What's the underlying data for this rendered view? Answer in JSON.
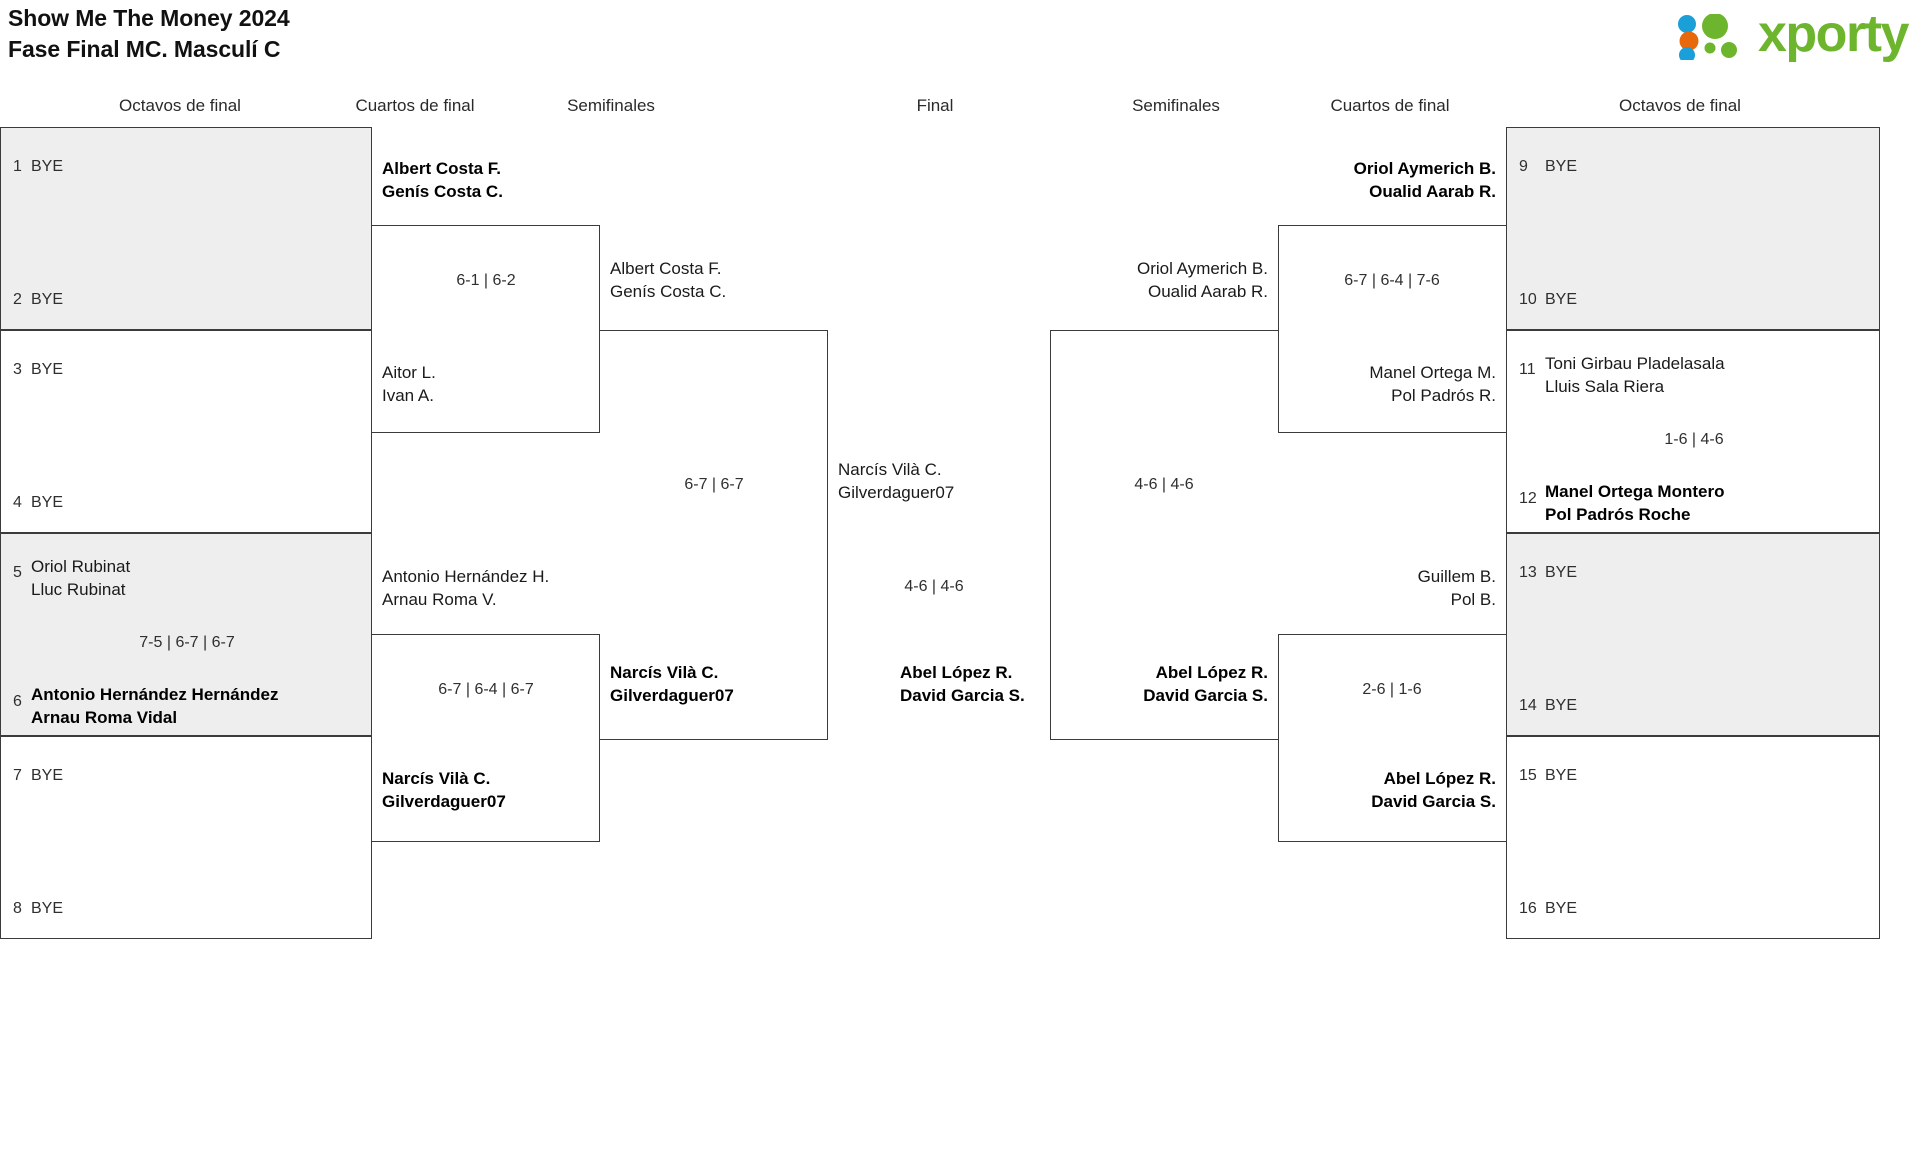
{
  "header": {
    "title_line1": "Show Me The Money 2024",
    "title_line2": "Fase Final MC. Masculí C",
    "logo_text": "xporty",
    "logo_colors": {
      "green": "#6cb52d",
      "blue": "#1b9fd8",
      "orange": "#e8690b"
    }
  },
  "round_headers": {
    "left_r16": "Octavos de final",
    "left_qf": "Cuartos de final",
    "left_sf": "Semifinales",
    "final": "Final",
    "right_sf": "Semifinales",
    "right_qf": "Cuartos de final",
    "right_r16": "Octavos de final"
  },
  "bracket": {
    "left": {
      "round16": [
        {
          "seed": "1",
          "names": "BYE",
          "bye": true,
          "shaded": true
        },
        {
          "seed": "2",
          "names": "BYE",
          "bye": true,
          "shaded": true
        },
        {
          "seed": "3",
          "names": "BYE",
          "bye": true,
          "shaded": false
        },
        {
          "seed": "4",
          "names": "BYE",
          "bye": true,
          "shaded": false
        },
        {
          "seed": "5",
          "name1": "Oriol Rubinat",
          "name2": "Lluc Rubinat",
          "bold": false,
          "shaded": true
        },
        {
          "seed": "6",
          "name1": "Antonio Hernández Hernández",
          "name2": "Arnau Roma Vidal",
          "bold": true,
          "shaded": true
        },
        {
          "seed": "7",
          "names": "BYE",
          "bye": true,
          "shaded": false
        },
        {
          "seed": "8",
          "names": "BYE",
          "bye": true,
          "shaded": false
        }
      ],
      "round16_scores": [
        {
          "match": "1-2",
          "score": ""
        },
        {
          "match": "3-4",
          "score": ""
        },
        {
          "match": "5-6",
          "score": "7-5 | 6-7 | 6-7"
        },
        {
          "match": "7-8",
          "score": ""
        }
      ],
      "quarterfinals": [
        {
          "name1": "Albert Costa F.",
          "name2": "Genís Costa C.",
          "bold": true
        },
        {
          "name1": "Aitor L.",
          "name2": "Ivan A.",
          "bold": false
        },
        {
          "name1": "Antonio Hernández H.",
          "name2": "Arnau Roma V.",
          "bold": false
        },
        {
          "name1": "Narcís Vilà C.",
          "name2": "Gilverdaguer07",
          "bold": true
        }
      ],
      "quarterfinal_scores": [
        "6-1 | 6-2",
        "6-7 | 6-4 | 6-7"
      ],
      "semifinals": [
        {
          "name1": "Albert Costa F.",
          "name2": "Genís Costa C.",
          "bold": false
        },
        {
          "name1": "Narcís Vilà C.",
          "name2": "Gilverdaguer07",
          "bold": true
        }
      ],
      "semifinal_score": "6-7 | 6-7"
    },
    "final": {
      "top": {
        "name1": "Narcís Vilà C.",
        "name2": "Gilverdaguer07",
        "bold": false
      },
      "bottom": {
        "name1": "Abel López R.",
        "name2": "David Garcia S.",
        "bold": true
      },
      "score": "4-6 | 4-6"
    },
    "right": {
      "round16": [
        {
          "seed": "9",
          "names": "BYE",
          "bye": true,
          "shaded": true
        },
        {
          "seed": "10",
          "names": "BYE",
          "bye": true,
          "shaded": true
        },
        {
          "seed": "11",
          "name1": "Toni Girbau Pladelasala",
          "name2": "Lluis Sala Riera",
          "bold": false,
          "shaded": false
        },
        {
          "seed": "12",
          "name1": "Manel Ortega Montero",
          "name2": "Pol Padrós Roche",
          "bold": true,
          "shaded": false
        },
        {
          "seed": "13",
          "names": "BYE",
          "bye": true,
          "shaded": true
        },
        {
          "seed": "14",
          "names": "BYE",
          "bye": true,
          "shaded": true
        },
        {
          "seed": "15",
          "names": "BYE",
          "bye": true,
          "shaded": false
        },
        {
          "seed": "16",
          "names": "BYE",
          "bye": true,
          "shaded": false
        }
      ],
      "round16_scores": [
        {
          "match": "9-10",
          "score": ""
        },
        {
          "match": "11-12",
          "score": "1-6 | 4-6"
        },
        {
          "match": "13-14",
          "score": ""
        },
        {
          "match": "15-16",
          "score": ""
        }
      ],
      "quarterfinals": [
        {
          "name1": "Oriol Aymerich B.",
          "name2": "Oualid Aarab R.",
          "bold": true
        },
        {
          "name1": "Manel Ortega M.",
          "name2": "Pol Padrós R.",
          "bold": false
        },
        {
          "name1": "Guillem B.",
          "name2": "Pol B.",
          "bold": false
        },
        {
          "name1": "Abel López R.",
          "name2": "David Garcia S.",
          "bold": true
        }
      ],
      "quarterfinal_scores": [
        "6-7 | 6-4 | 7-6",
        "2-6 | 1-6"
      ],
      "semifinals": [
        {
          "name1": "Oriol Aymerich B.",
          "name2": "Oualid Aarab R.",
          "bold": false
        },
        {
          "name1": "Abel López R.",
          "name2": "David Garcia S.",
          "bold": true
        }
      ],
      "semifinal_score": "4-6 | 4-6"
    }
  }
}
